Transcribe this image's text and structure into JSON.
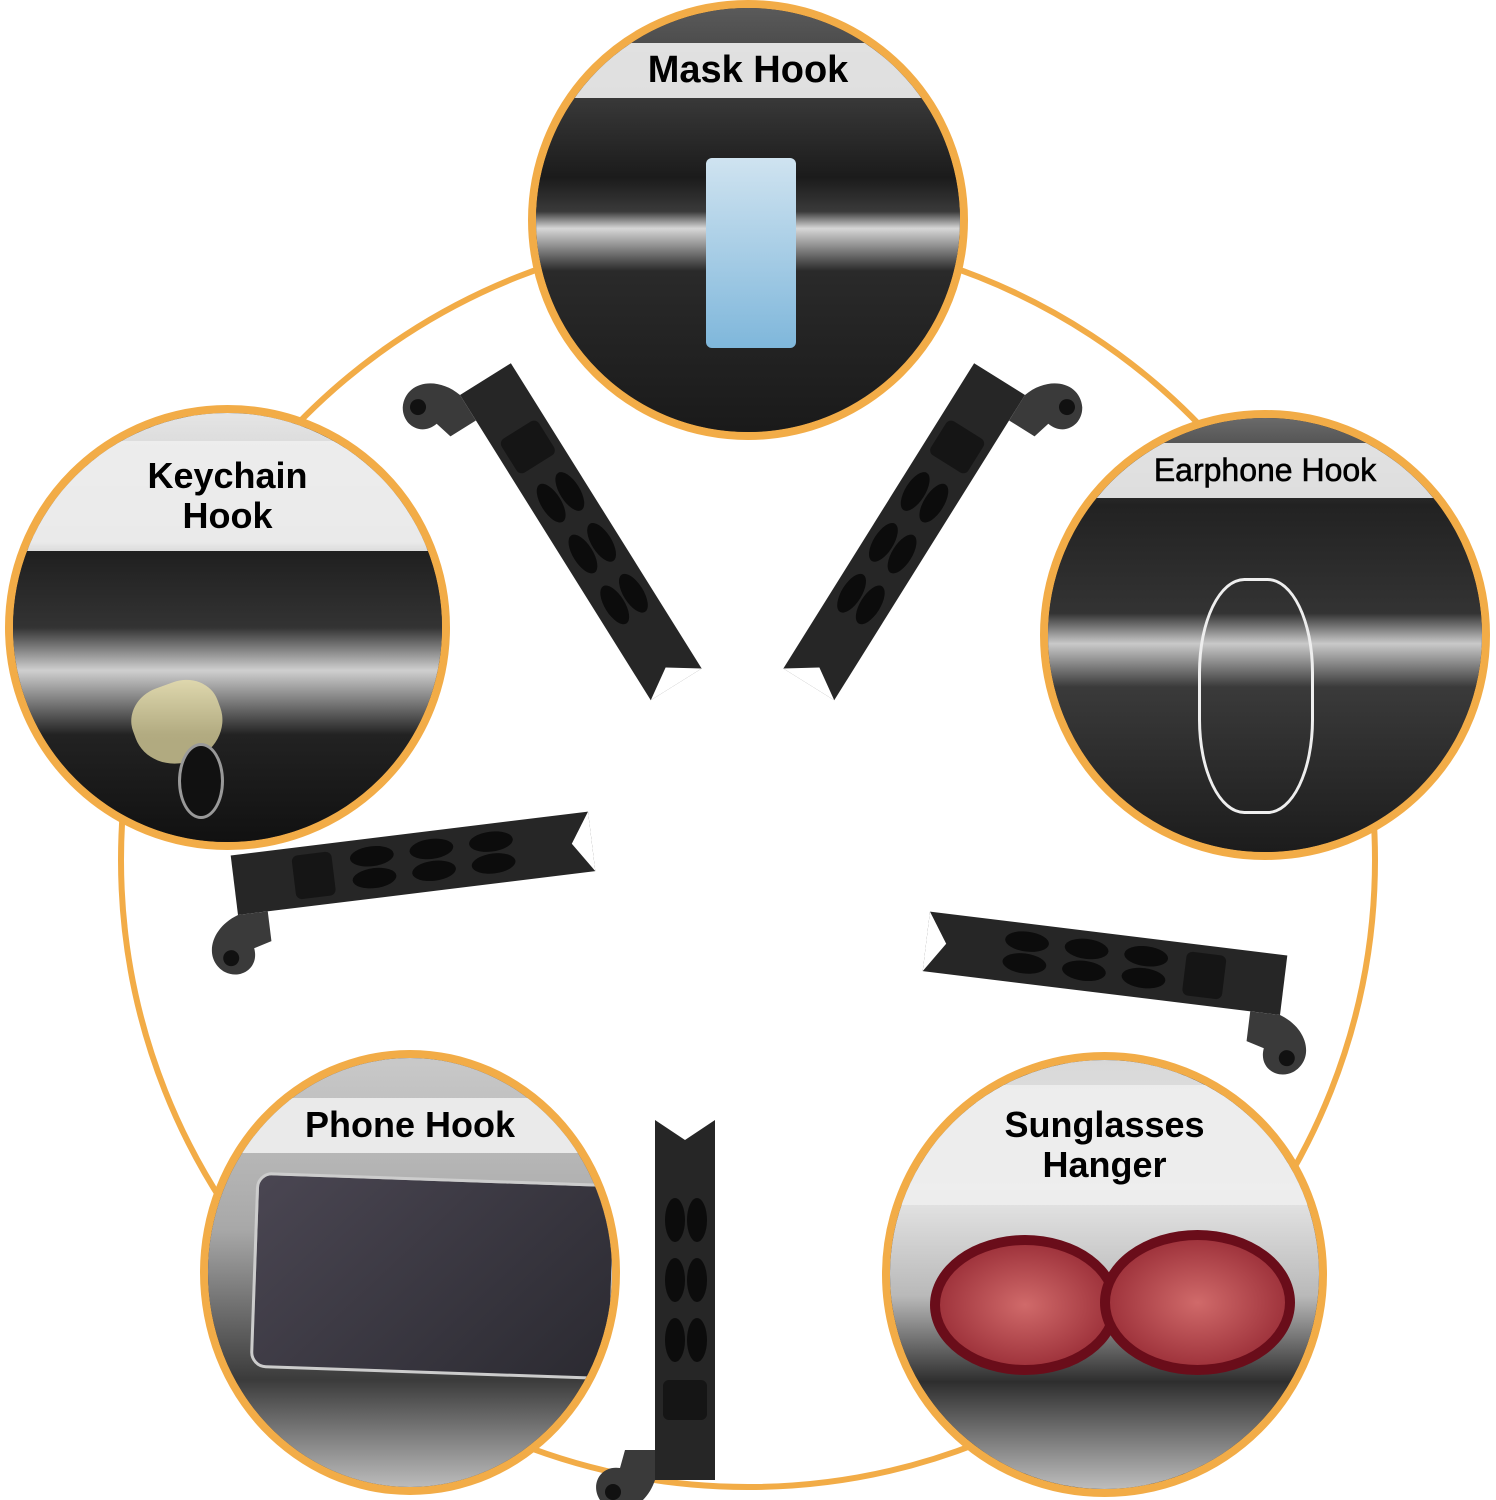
{
  "accent_color": "#f2ac47",
  "usages": [
    {
      "id": "mask",
      "label": "Mask Hook"
    },
    {
      "id": "earphone",
      "label": "Earphone Hook"
    },
    {
      "id": "sunglasses",
      "label_line1": "Sunglasses",
      "label_line2": "Hanger"
    },
    {
      "id": "phone",
      "label": "Phone Hook"
    },
    {
      "id": "keychain",
      "label_line1": "Keychain",
      "label_line2": "Hook"
    }
  ],
  "product": {
    "pieces": 5,
    "color": "#1c1c1c"
  }
}
